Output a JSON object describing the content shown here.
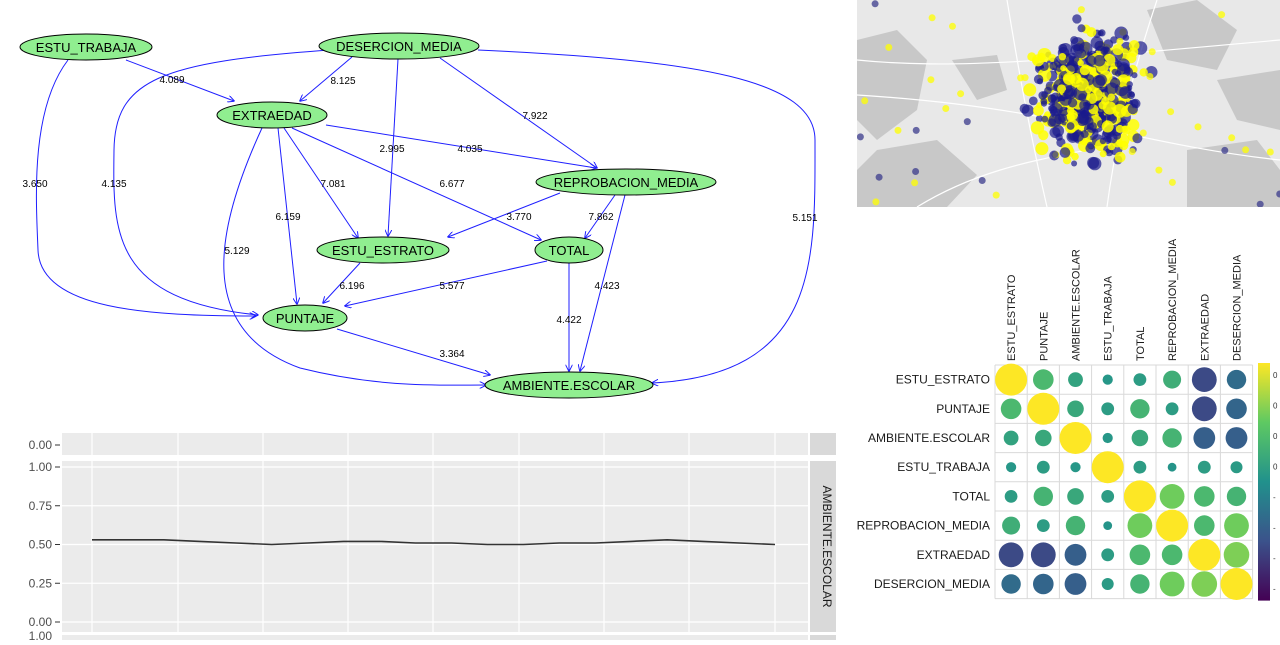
{
  "chart_data": [
    {
      "type": "network",
      "nodes": [
        "ESTU_TRABAJA",
        "DESERCION_MEDIA",
        "EXTRAEDAD",
        "REPROBACION_MEDIA",
        "ESTU_ESTRATO",
        "TOTAL",
        "PUNTAJE",
        "AMBIENTE.ESCOLAR"
      ],
      "edges": [
        {
          "from": "ESTU_TRABAJA",
          "to": "EXTRAEDAD",
          "label": "4.089"
        },
        {
          "from": "ESTU_TRABAJA",
          "to": "PUNTAJE",
          "label": "3.650"
        },
        {
          "from": "DESERCION_MEDIA",
          "to": "EXTRAEDAD",
          "label": "8.125"
        },
        {
          "from": "DESERCION_MEDIA",
          "to": "ESTU_ESTRATO",
          "label": "2.995"
        },
        {
          "from": "DESERCION_MEDIA",
          "to": "REPROBACION_MEDIA",
          "label": "7.922"
        },
        {
          "from": "DESERCION_MEDIA",
          "to": "PUNTAJE",
          "label": "4.135"
        },
        {
          "from": "DESERCION_MEDIA",
          "to": "AMBIENTE.ESCOLAR",
          "label": "5.151"
        },
        {
          "from": "EXTRAEDAD",
          "to": "REPROBACION_MEDIA",
          "label": "4.035"
        },
        {
          "from": "EXTRAEDAD",
          "to": "ESTU_ESTRATO",
          "label": "7.081"
        },
        {
          "from": "EXTRAEDAD",
          "to": "TOTAL",
          "label": "6.677"
        },
        {
          "from": "EXTRAEDAD",
          "to": "PUNTAJE",
          "label": "6.159"
        },
        {
          "from": "EXTRAEDAD",
          "to": "AMBIENTE.ESCOLAR",
          "label": "5.129"
        },
        {
          "from": "REPROBACION_MEDIA",
          "to": "ESTU_ESTRATO",
          "label": "3.770"
        },
        {
          "from": "REPROBACION_MEDIA",
          "to": "TOTAL",
          "label": "7.862"
        },
        {
          "from": "REPROBACION_MEDIA",
          "to": "AMBIENTE.ESCOLAR",
          "label": "4.423"
        },
        {
          "from": "ESTU_ESTRATO",
          "to": "PUNTAJE",
          "label": "6.196"
        },
        {
          "from": "TOTAL",
          "to": "PUNTAJE",
          "label": "5.577"
        },
        {
          "from": "TOTAL",
          "to": "AMBIENTE.ESCOLAR",
          "label": "4.422"
        },
        {
          "from": "PUNTAJE",
          "to": "AMBIENTE.ESCOLAR",
          "label": "3.364"
        }
      ],
      "node_color": "#90ee90",
      "edge_color": "#1f1fff"
    },
    {
      "type": "line",
      "facet_label": "AMBIENTE.ESCOLAR",
      "yticks": [
        "0.00",
        "0.25",
        "0.50",
        "0.75",
        "1.00"
      ],
      "ylim": [
        0,
        1
      ],
      "y": [
        0.53,
        0.53,
        0.53,
        0.52,
        0.51,
        0.5,
        0.51,
        0.52,
        0.52,
        0.51,
        0.51,
        0.5,
        0.5,
        0.51,
        0.51,
        0.52,
        0.53,
        0.52,
        0.51,
        0.5
      ],
      "top_facet_tick": "0.00",
      "bottom_facet_tick": "1.00",
      "line_color": "#333333",
      "panel_bg": "#ebebeb",
      "strip_bg": "#d9d9d9"
    },
    {
      "type": "heatmap",
      "variables": [
        "ESTU_ESTRATO",
        "PUNTAJE",
        "AMBIENTE.ESCOLAR",
        "ESTU_TRABAJA",
        "TOTAL",
        "REPROBACION_MEDIA",
        "EXTRAEDAD",
        "DESERCION_MEDIA"
      ],
      "row_labels": [
        "ESTU_ESTRATO",
        "PUNTAJE",
        "AMBIENTE.ESCOLAR",
        "ESTU_TRABAJA",
        "TOTAL",
        "REPROBACION_MEDIA",
        "EXTRAEDAD",
        "DESERCION_MEDIA"
      ],
      "colorbar_ticks": [
        "0",
        "0",
        "0",
        "0",
        "-",
        "-",
        "-",
        "-"
      ],
      "values": [
        [
          1.0,
          0.35,
          0.15,
          0.05,
          0.1,
          0.25,
          -0.55,
          -0.3
        ],
        [
          0.35,
          1.0,
          0.2,
          0.1,
          0.3,
          0.1,
          -0.55,
          -0.35
        ],
        [
          0.15,
          0.2,
          1.0,
          0.05,
          0.2,
          0.3,
          -0.4,
          -0.4
        ],
        [
          0.05,
          0.1,
          0.05,
          1.0,
          0.1,
          0.03,
          0.1,
          0.08
        ],
        [
          0.1,
          0.3,
          0.2,
          0.1,
          1.0,
          0.55,
          0.35,
          0.3
        ],
        [
          0.25,
          0.1,
          0.3,
          0.03,
          0.55,
          1.0,
          0.35,
          0.55
        ],
        [
          -0.55,
          -0.55,
          -0.4,
          0.1,
          0.35,
          0.35,
          1.0,
          0.6
        ],
        [
          -0.3,
          -0.35,
          -0.4,
          0.08,
          0.3,
          0.55,
          0.6,
          1.0
        ]
      ]
    }
  ]
}
